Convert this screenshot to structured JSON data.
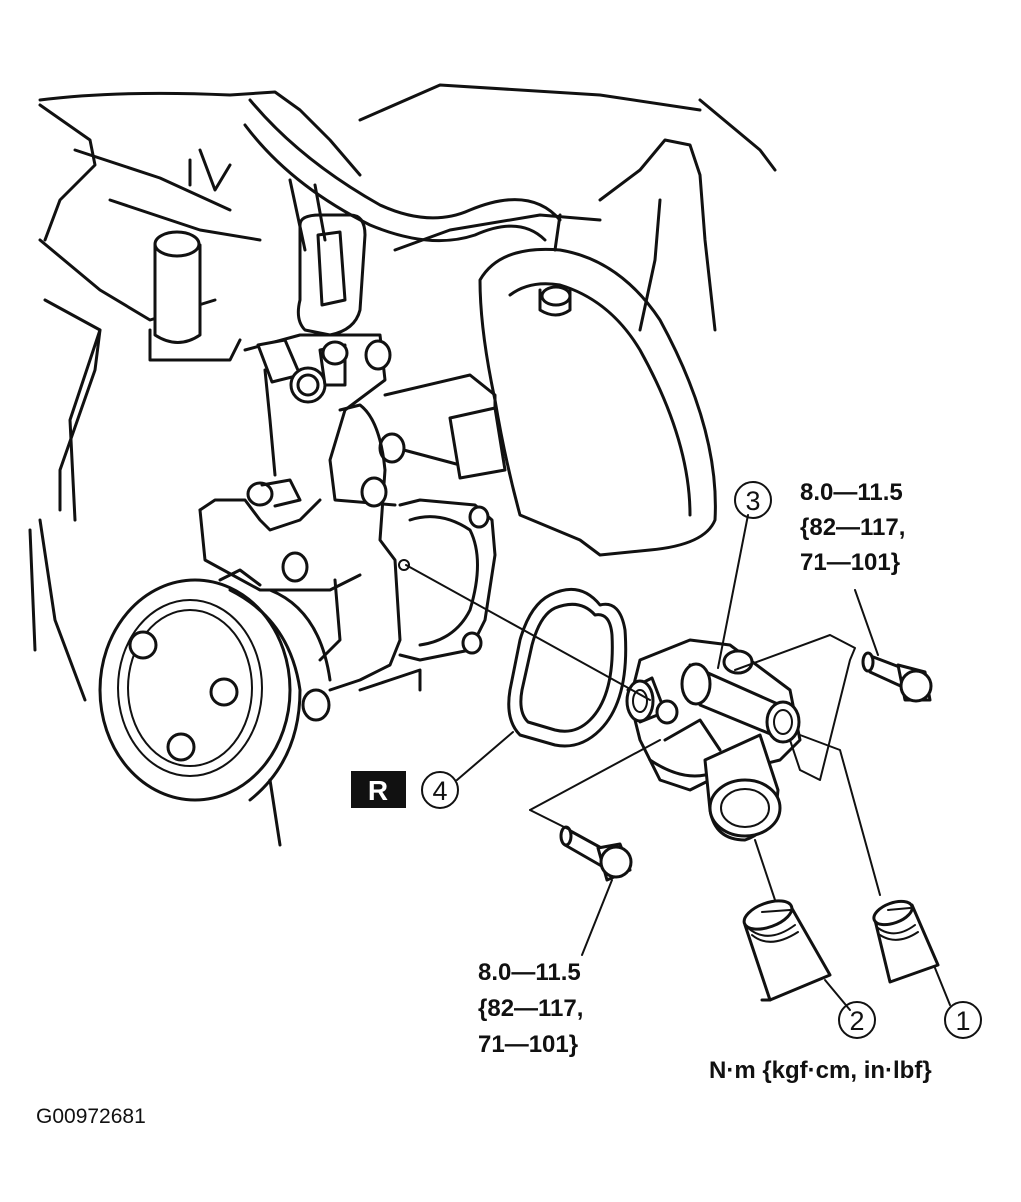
{
  "torque_specs": {
    "top": {
      "line1": "8.0—11.5",
      "line2": "{82—117,",
      "line3": "71—101}"
    },
    "bottom": {
      "line1": "8.0—11.5",
      "line2": "{82—117,",
      "line3": "71—101}"
    }
  },
  "callouts": {
    "c1": "1",
    "c2": "2",
    "c3": "3",
    "c4": "4"
  },
  "replace_badge": "R",
  "units_note": "N·m {kgf·cm, in·lbf}",
  "figure_id": "G00972681"
}
